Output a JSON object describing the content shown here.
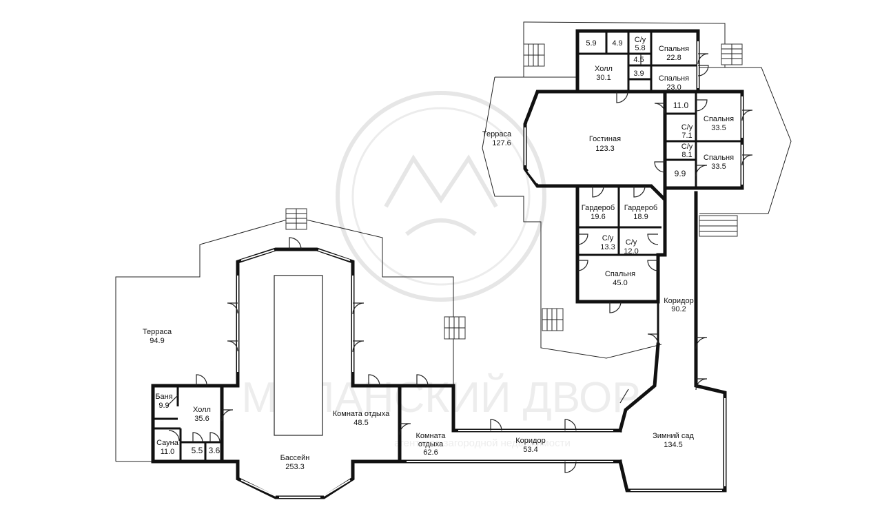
{
  "watermark": {
    "main": "МАЛАНСКИЙ ДВОР",
    "sub": "агентство загородной недвижимости"
  },
  "rooms": {
    "r59": {
      "name": "",
      "area": "5.9"
    },
    "r49": {
      "name": "",
      "area": "4.9"
    },
    "r58": {
      "name": "С/у",
      "area": "5.8"
    },
    "bed228": {
      "name": "Спальня",
      "area": "22.8"
    },
    "r45": {
      "name": "",
      "area": "4.5"
    },
    "r39": {
      "name": "",
      "area": "3.9"
    },
    "hall301": {
      "name": "Холл",
      "area": "30.1"
    },
    "bed230": {
      "name": "Спальня",
      "area": "23.0"
    },
    "r110": {
      "name": "",
      "area": "11.0"
    },
    "bed335a": {
      "name": "Спальня",
      "area": "33.5"
    },
    "wc71": {
      "name": "С/у",
      "area": "7.1"
    },
    "wc81": {
      "name": "С/у",
      "area": "8.1"
    },
    "bed335b": {
      "name": "Спальня",
      "area": "33.5"
    },
    "r99": {
      "name": "",
      "area": "9.9"
    },
    "terrace1276": {
      "name": "Терраса",
      "area": "127.6"
    },
    "living1233": {
      "name": "Гостиная",
      "area": "123.3"
    },
    "ward196": {
      "name": "Гардероб",
      "area": "19.6"
    },
    "ward189": {
      "name": "Гардероб",
      "area": "18.9"
    },
    "wc133": {
      "name": "С/у",
      "area": "13.3"
    },
    "wc120": {
      "name": "С/у",
      "area": "12.0"
    },
    "bed450": {
      "name": "Спальня",
      "area": "45.0"
    },
    "corr902": {
      "name": "Коридор",
      "area": "90.2"
    },
    "terrace949": {
      "name": "Терраса",
      "area": "94.9"
    },
    "banya99": {
      "name": "Баня",
      "area": "9.9"
    },
    "hall356": {
      "name": "Холл",
      "area": "35.6"
    },
    "sauna110": {
      "name": "Сауна",
      "area": "11.0"
    },
    "r55": {
      "name": "",
      "area": "5.5"
    },
    "r36": {
      "name": "",
      "area": "3.6"
    },
    "rest485": {
      "name": "Комната отдыха",
      "area": "48.5"
    },
    "rest626": {
      "name": "Комната",
      "name2": "отдыха",
      "area": "62.6"
    },
    "pool2533": {
      "name": "Бассейн",
      "area": "253.3"
    },
    "corr534": {
      "name": "Коридор",
      "area": "53.4"
    },
    "garden1345": {
      "name": "Зимний сад",
      "area": "134.5"
    }
  },
  "colors": {
    "walls": "#111111",
    "background": "#ffffff",
    "watermark": "#ededed"
  }
}
